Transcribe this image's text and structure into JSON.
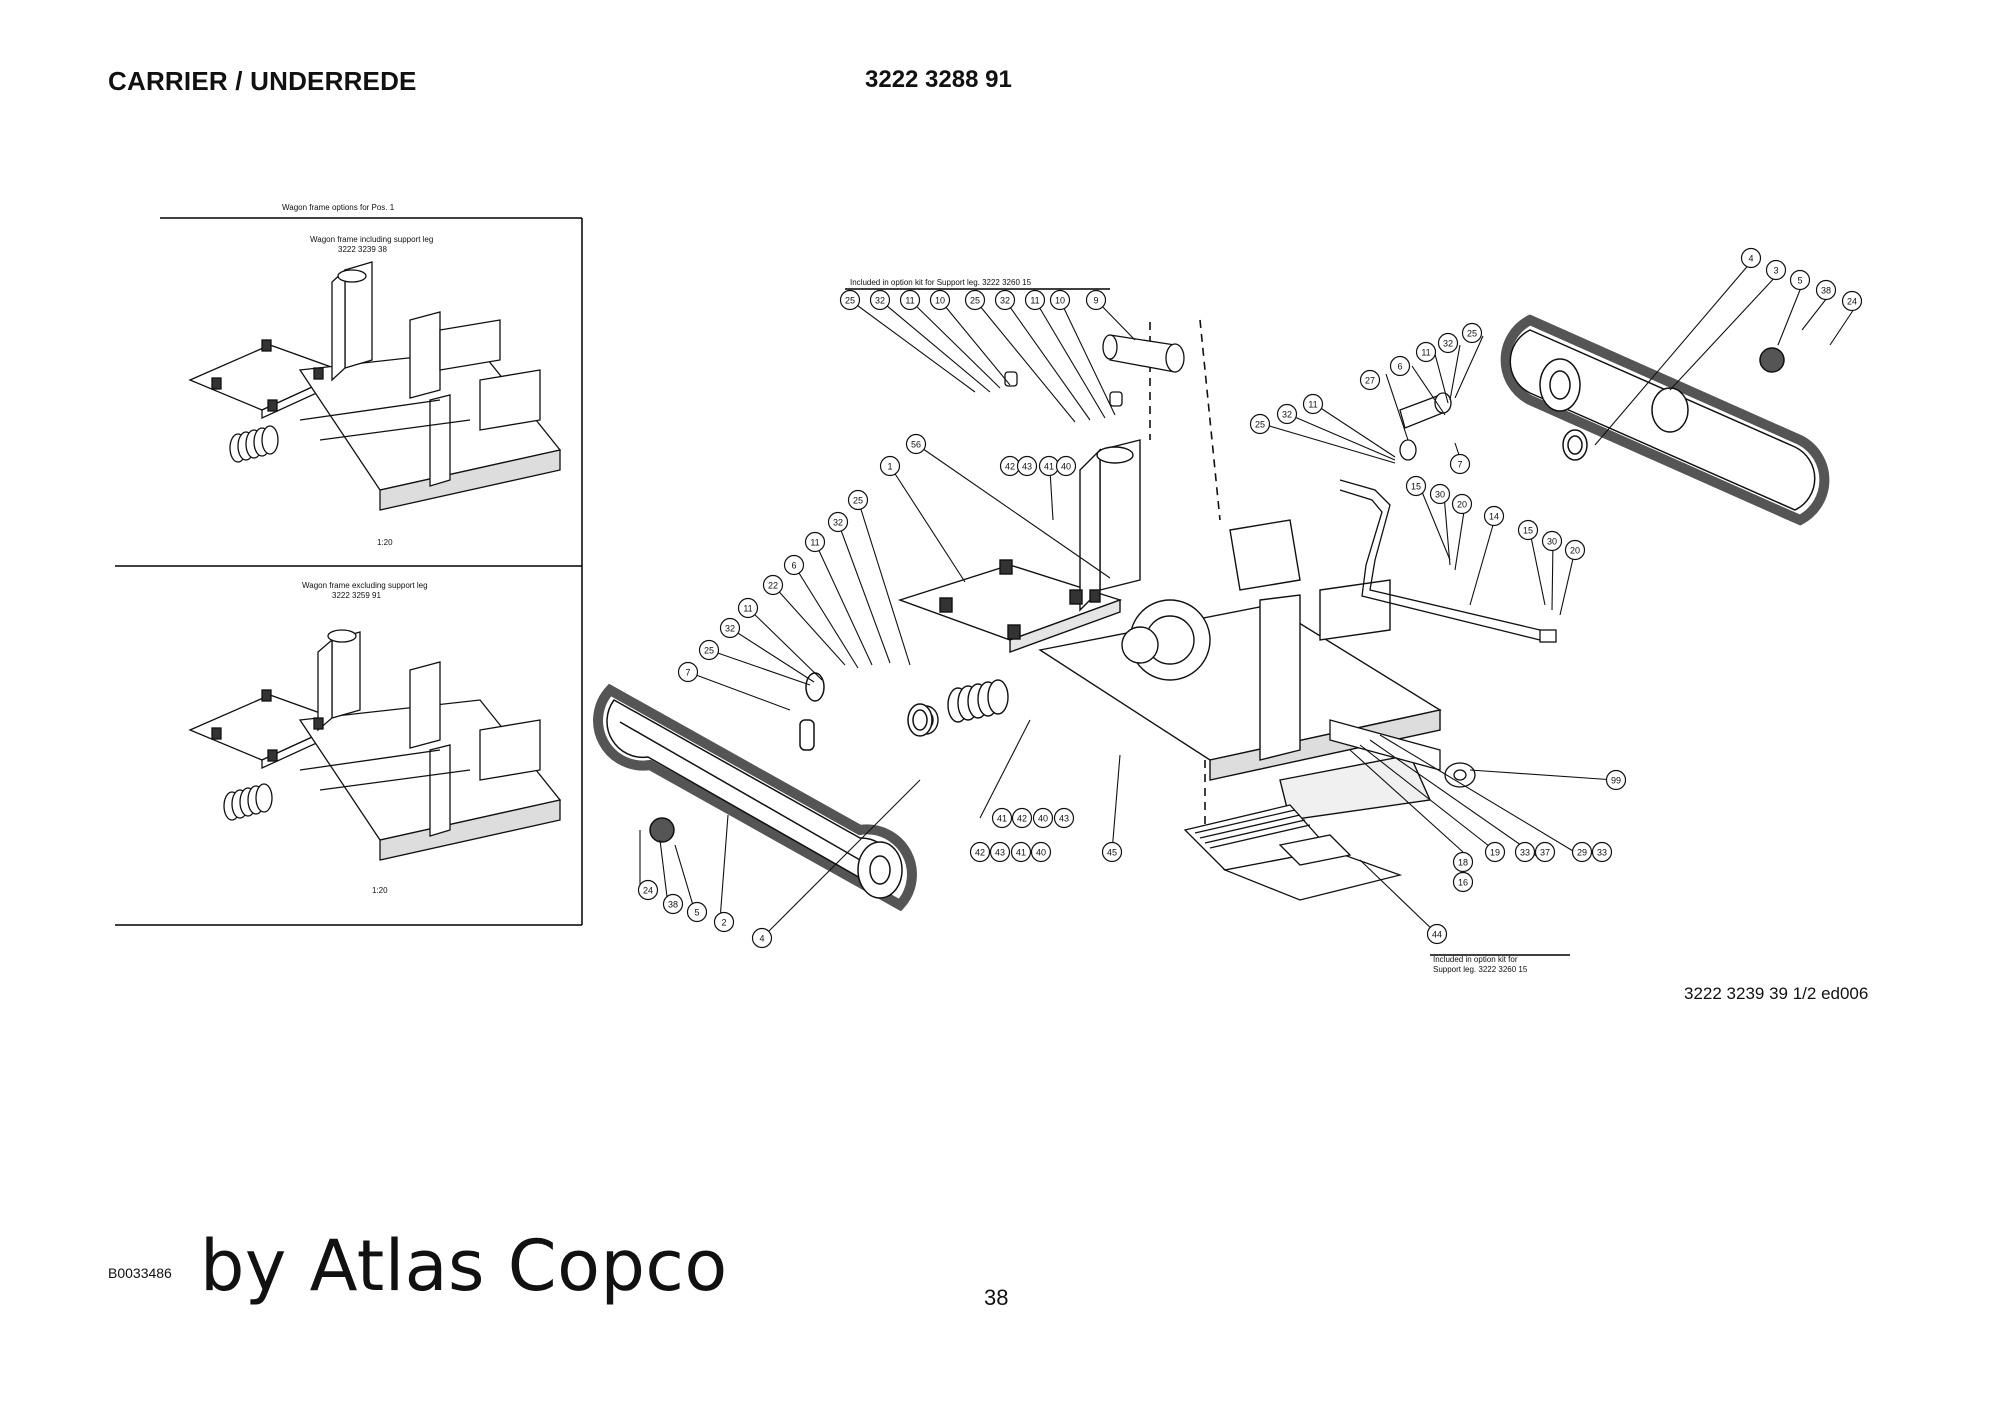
{
  "header": {
    "title": "CARRIER / UNDERREDE",
    "part_number": "3222 3288 91"
  },
  "options_panel": {
    "caption": "Wagon frame options for Pos. 1",
    "top": {
      "title": "Wagon frame including support leg",
      "part": "3222 3239 38",
      "scale": "1:20"
    },
    "bottom": {
      "title": "Wagon frame excluding support leg",
      "part": "3222 3259 91",
      "scale": "1:20"
    }
  },
  "kit_notes": {
    "top": "Included in option kit for Support leg. 3222 3260 15",
    "bottom_line1": "Included in option kit for",
    "bottom_line2": "Support leg. 3222 3260 15"
  },
  "balloons": {
    "kit_row": [
      "25",
      "32",
      "11",
      "10",
      "25",
      "32",
      "11",
      "10",
      "9"
    ],
    "left_chain": [
      "1",
      "56",
      "25",
      "32",
      "11",
      "6",
      "22",
      "11",
      "32",
      "25",
      "7"
    ],
    "block_top": [
      "42",
      "43",
      "41",
      "40"
    ],
    "block_mid": [
      "41",
      "42",
      "40",
      "43"
    ],
    "block_bot": [
      "42",
      "43",
      "41",
      "40"
    ],
    "track_left": [
      "24",
      "38",
      "5",
      "2",
      "4"
    ],
    "center_single": [
      "45",
      "44"
    ],
    "right_top": [
      "4",
      "3",
      "5",
      "38",
      "24",
      "11",
      "32",
      "25",
      "6",
      "27",
      "25",
      "32",
      "11",
      "7"
    ],
    "right_mid": [
      "15",
      "30",
      "20",
      "14",
      "15",
      "30",
      "20"
    ],
    "right_bottom": [
      "99",
      "18",
      "16",
      "19",
      "33",
      "37",
      "29",
      "33"
    ]
  },
  "footer": {
    "edition": "3222 3239 39 1/2 ed006",
    "code": "B0033486",
    "brand": "by Atlas Copco",
    "page": "38"
  }
}
